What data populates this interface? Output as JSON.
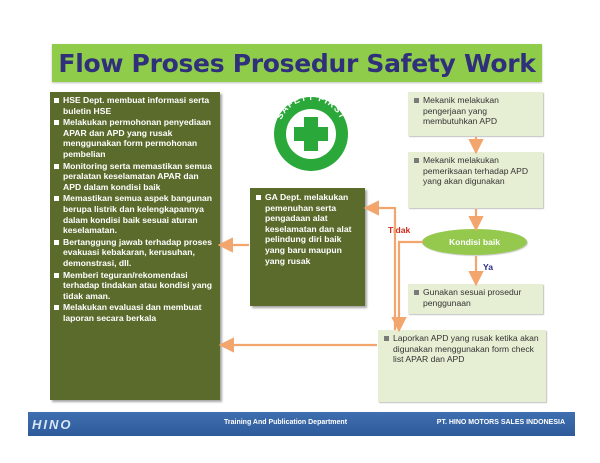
{
  "title": "Flow Proses Prosedur Safety Work",
  "left_box": {
    "items": [
      "HSE Dept. membuat informasi serta buletin HSE",
      "Melakukan permohonan penyediaan APAR dan APD yang rusak menggunakan form permohonan pembelian",
      "Monitoring serta memastikan semua peralatan keselamatan APAR dan APD dalam kondisi baik",
      "Memastikan semua aspek bangunan berupa listrik dan kelengkapannya dalam kondisi baik sesuai aturan keselamatan.",
      "Bertanggung jawab terhadap proses evakuasi kebakaran, kerusuhan, demonstrasi, dll.",
      "Memberi teguran/rekomendasi terhadap tindakan atau kondisi yang tidak aman.",
      "Melakukan evaluasi dan membuat laporan secara berkala"
    ]
  },
  "logo": {
    "text": "SAFETY FIRST",
    "icon": "green-cross-icon",
    "color": "#2aa83a"
  },
  "middle_box": {
    "text": "GA Dept. melakukan pemenuhan serta pengadaan alat keselamatan dan alat pelindung diri baik yang baru maupun yang rusak"
  },
  "right_flow": {
    "step1": "Mekanik melakukan pengerjaan yang membutuhkan APD",
    "step2": "Mekanik melakukan pemeriksaan terhadap APD yang akan digunakan",
    "decision": "Kondisi baik",
    "no_label": "Tidak",
    "yes_label": "Ya",
    "step3": "Gunakan sesuai prosedur penggunaan",
    "step4": "Laporkan APD yang rusak ketika akan digunakan menggunakan form check list APAR dan APD"
  },
  "footer": {
    "logo": "HINO",
    "department": "Training And Publication Department",
    "company": "PT. HINO MOTORS SALES INDONESIA"
  },
  "colors": {
    "title_bg": "#8fcc4a",
    "title_text": "#2f2f7c",
    "dark_box": "#5b6b2c",
    "light_box": "#e6efd4",
    "arrow": "#f2a66d",
    "footer": "#3f6fb0"
  }
}
